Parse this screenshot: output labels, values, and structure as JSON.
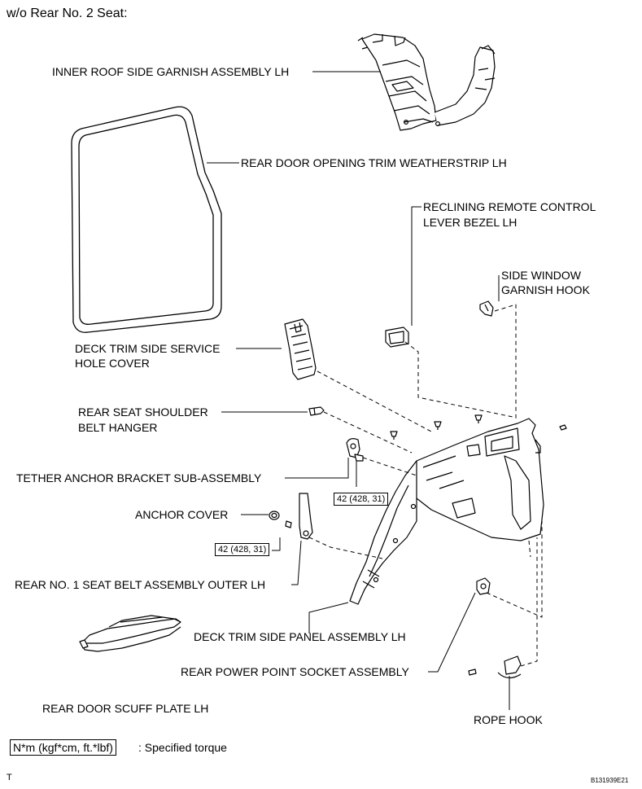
{
  "header": {
    "title": "w/o Rear No. 2 Seat:"
  },
  "labels": {
    "inner_roof": "INNER ROOF SIDE GARNISH ASSEMBLY LH",
    "weatherstrip": "REAR DOOR OPENING TRIM WEATHERSTRIP LH",
    "reclining_line1": "RECLINING REMOTE CONTROL",
    "reclining_line2": "LEVER BEZEL LH",
    "side_window_line1": "SIDE WINDOW",
    "side_window_line2": "GARNISH HOOK",
    "deck_cover_line1": "DECK TRIM SIDE SERVICE",
    "deck_cover_line2": "HOLE COVER",
    "shoulder_line1": "REAR SEAT SHOULDER",
    "shoulder_line2": "BELT HANGER",
    "tether": "TETHER ANCHOR BRACKET SUB-ASSEMBLY",
    "anchor_cover": "ANCHOR COVER",
    "seat_belt": "REAR NO. 1 SEAT BELT ASSEMBLY OUTER LH",
    "deck_panel": "DECK TRIM SIDE PANEL ASSEMBLY LH",
    "power_point": "REAR POWER POINT SOCKET ASSEMBLY",
    "rope_hook": "ROPE HOOK",
    "scuff_plate": "REAR DOOR SCUFF PLATE LH"
  },
  "torque": {
    "tether": "42 (428, 31)",
    "seat_belt": "42 (428, 31)"
  },
  "legend": {
    "unit": "N*m (kgf*cm, ft.*lbf)",
    "text": ": Specified torque"
  },
  "footer": {
    "left": "T",
    "right": "B131939E21"
  }
}
